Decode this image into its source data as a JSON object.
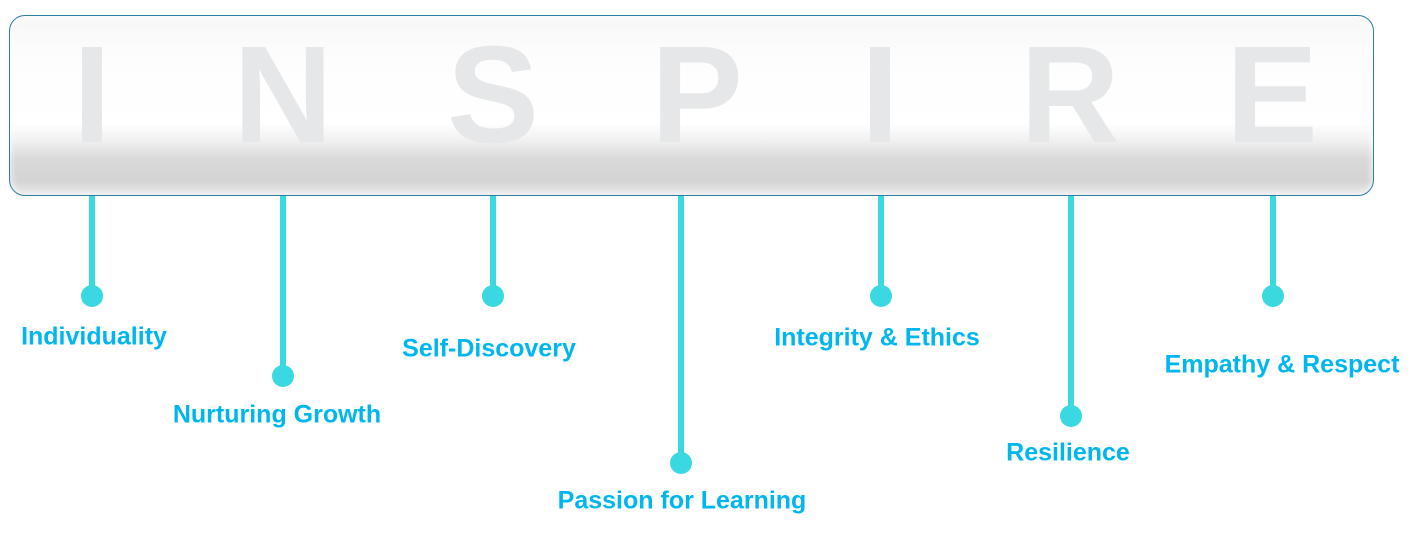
{
  "title_letters": [
    "I",
    "N",
    "S",
    "P",
    "I",
    "R",
    "E"
  ],
  "items": [
    {
      "label": "Individuality"
    },
    {
      "label": "Nurturing Growth"
    },
    {
      "label": "Self-Discovery"
    },
    {
      "label": "Passion for Learning"
    },
    {
      "label": "Integrity & Ethics"
    },
    {
      "label": "Resilience"
    },
    {
      "label": "Empathy & Respect"
    }
  ],
  "colors": {
    "accent": "#3ad8e0",
    "label": "#00b6ef",
    "letters": "#e6e7e8",
    "border": "#2e7ea3"
  }
}
